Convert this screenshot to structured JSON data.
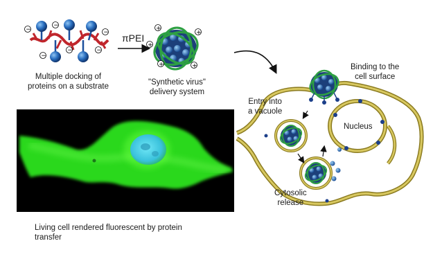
{
  "labels": {
    "docking": [
      "Multiple docking of",
      "proteins on a substrate"
    ],
    "reagent": "πPEI",
    "synthetic": [
      "\"Synthetic virus\"",
      "delivery system"
    ],
    "binding": [
      "Binding to the",
      "cell surface"
    ],
    "entry": [
      "Entry into",
      "a vacuole"
    ],
    "nucleus": "Nucleus",
    "cytosolic": [
      "Cytosolic",
      "release"
    ],
    "caption": [
      "Living cell rendered fluorescent  by protein",
      "transfer"
    ]
  },
  "colors": {
    "substrate": "#c0262c",
    "protein_blue": "#1c4f9c",
    "protein_light": "#5aa0e0",
    "pei_green": "#2ea043",
    "membrane": "#c2b043",
    "membrane_dark": "#8a7a20",
    "gfp_green": "#26e01a",
    "nucleus_cyan": "#40c8e8"
  }
}
